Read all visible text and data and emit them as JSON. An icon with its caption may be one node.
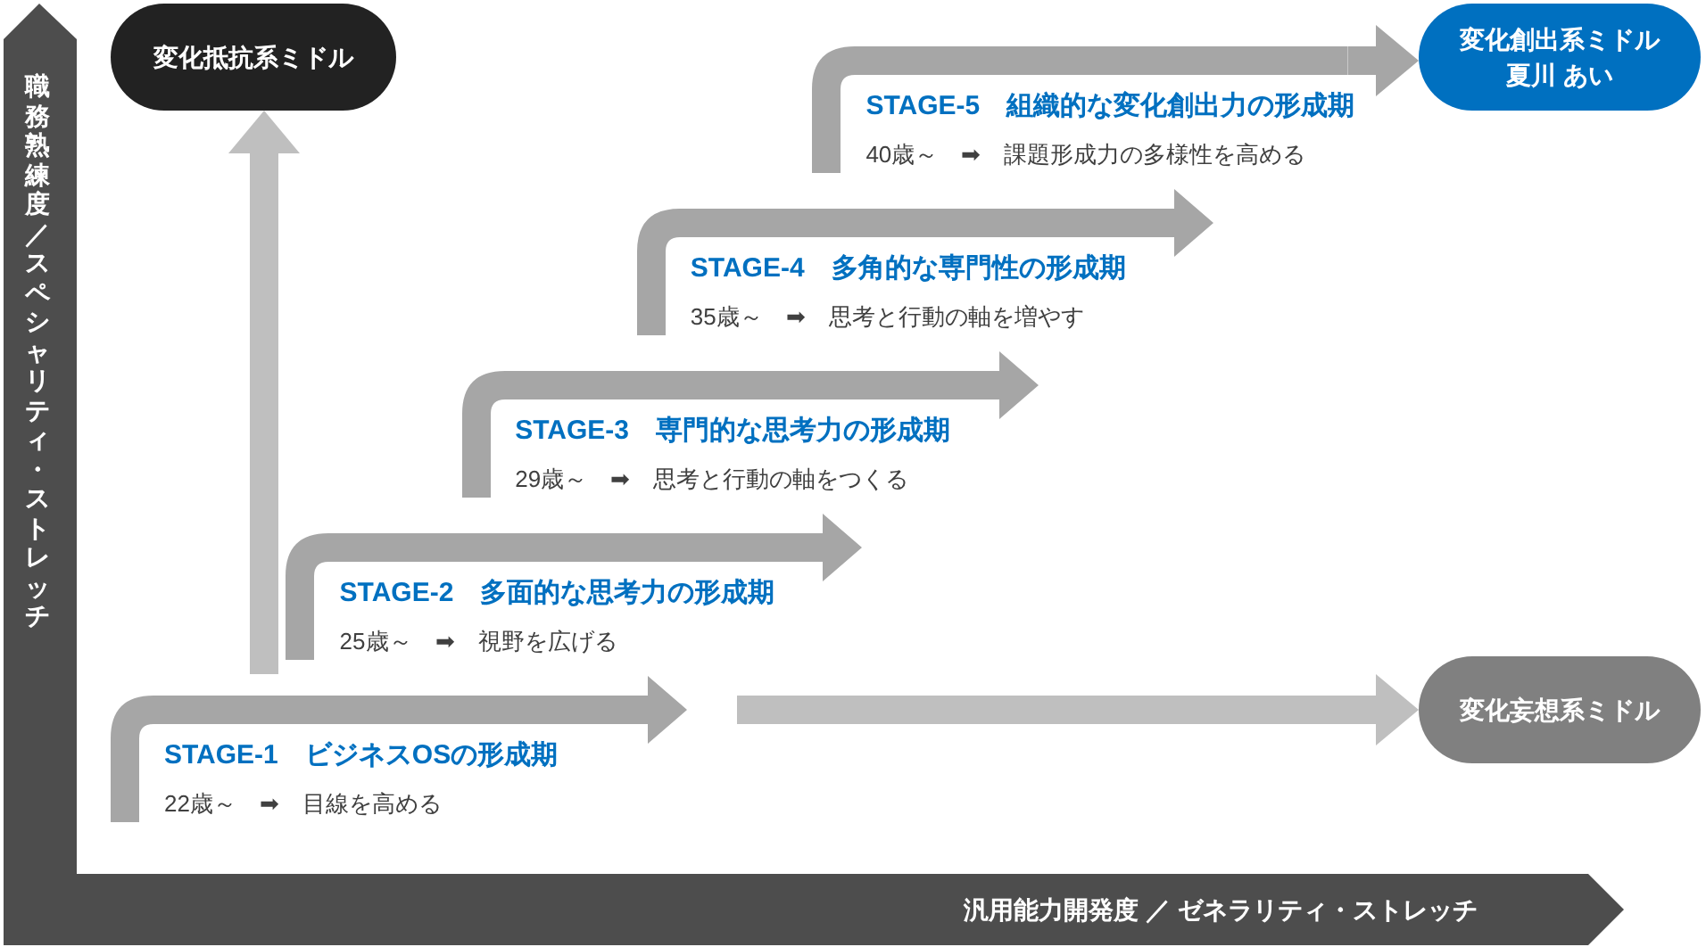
{
  "diagram": {
    "nodes": [
      {
        "text": [
          "変化抵抗系ミドル"
        ]
      },
      {
        "text": [
          "変化創出系ミドル",
          "夏川 あい"
        ]
      },
      {
        "text": [
          "STAGE-5　組織的な変化創出力の形成期",
          "40歳～　➡　課題形成力の多様性を高める"
        ]
      },
      {
        "text": [
          "STAGE-4　多角的な専門性の形成期",
          "35歳～　➡　思考と行動の軸を増やす"
        ]
      },
      {
        "text": [
          "STAGE-3　専門的な思考力の形成期",
          "29歳～　➡　思考と行動の軸をつくる"
        ]
      },
      {
        "text": [
          "STAGE-2　多面的な思考力の形成期",
          "25歳～　➡　視野を広げる"
        ]
      },
      {
        "text": [
          "変化妄想系ミドル"
        ]
      },
      {
        "text": [
          "STAGE-1　ビジネスOSの形成期",
          "22歳～　➡　目線を高める"
        ]
      }
    ],
    "edges": [
      {
        "from": 2,
        "to": 1,
        "arrow": "to",
        "color": "#a6a6a6"
      },
      {
        "from": 7,
        "to": 0,
        "arrow": "to"
      },
      {
        "from": 7,
        "to": 6,
        "arrow": "to"
      }
    ],
    "labels": [
      "職務熟練度／スペシャリティ・ストレッチ",
      "汎用能力開発度 ／ ゼネラリティ・ストレッチ"
    ]
  }
}
